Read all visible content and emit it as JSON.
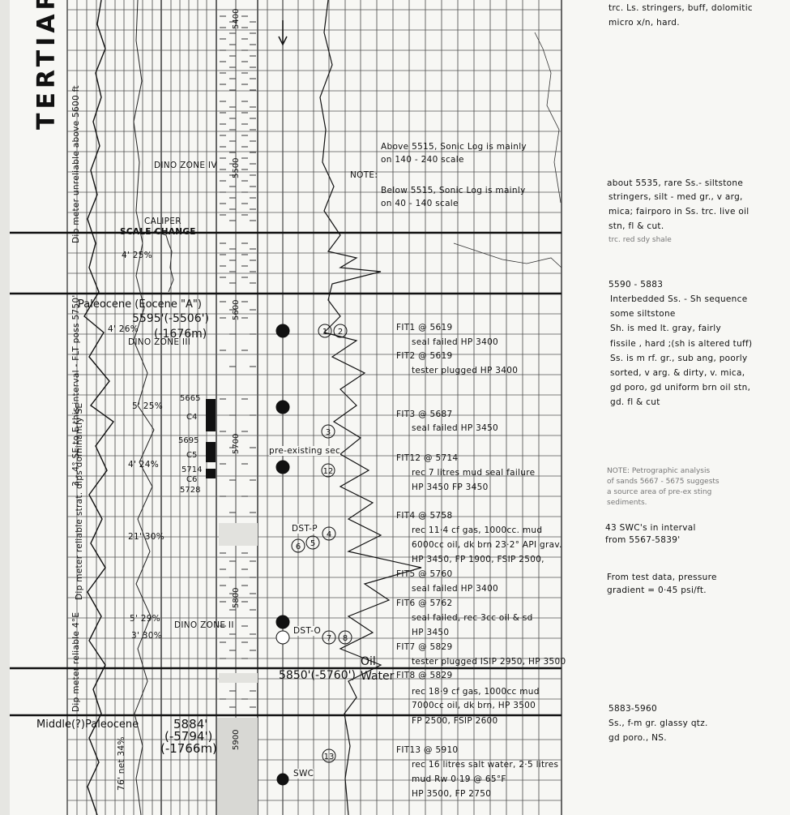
{
  "era_label": "TERTIARY",
  "left_panel": {
    "dip_top": "Dip meter unreliable above 5600 ft",
    "caliper": "CALIPER",
    "scale_change": "SCALE CHANGE",
    "dip_1": "4' 25%",
    "dip_2": "4' 26%",
    "dip_3": "5' 25%",
    "dip_4": "4' 24%",
    "dip_5": "21' 30%",
    "dip_6": "5' 29%",
    "dip_7": "3' 30%",
    "dip_8": "76' net 34%",
    "paleocene": "Paleocene (Eocene \"A\")",
    "depth_5595": "5595'(-5506')",
    "depth_1676": "(-1676m)",
    "dino_iv": "DINO ZONE IV",
    "dino_iii": "DINO ZONE III",
    "dino_ii": "DINO ZONE II",
    "interval_note": "3 - 4° SE to E this interval - FLT poss 5750'",
    "dip_middle": "Dip meter reliable strat. dips dominantly SE",
    "dip_bottom": "Dip meter reliable 4°E",
    "middle_paleocene": "Middle(?)Paleocene",
    "depth_5884": "5884'",
    "depth_5794": "(-5794')",
    "depth_1766": "(-1766m)",
    "core_depths": [
      "5665",
      "C4",
      "5695",
      "C5",
      "5714",
      "C6",
      "5728"
    ]
  },
  "column": {
    "labels": [
      "5400",
      "5500",
      "5600",
      "5700",
      "5800",
      "5900"
    ]
  },
  "sonic_note": {
    "note": "NOTE:",
    "above": "Above 5515, Sonic Log is mainly",
    "above2": "on 140 - 240 scale",
    "below": "Below 5515, Sonic Log is mainly",
    "below2": "on 40 - 140 scale"
  },
  "tests": [
    {
      "head": "FIT1 @ 5619",
      "lines": [
        "seal failed HP 3400"
      ]
    },
    {
      "head": "FIT2 @ 5619",
      "lines": [
        "tester plugged HP 3400"
      ]
    },
    {
      "head": "FIT3 @ 5687",
      "lines": [
        "seal failed HP 3450"
      ]
    },
    {
      "head": "FIT12 @ 5714",
      "lines": [
        "rec 7 litres mud seal failure",
        "HP 3450  FP 3450"
      ]
    },
    {
      "head": "FIT4 @ 5758",
      "lines": [
        "rec 11·4 cf gas, 1000cc. mud",
        "6000cc oil, dk brn 23·2° API grav.",
        "HP 3450, FP 1900, FSIP 2500,"
      ]
    },
    {
      "head": "FIT5 @ 5760",
      "lines": [
        "seal failed HP 3400"
      ]
    },
    {
      "head": "FIT6 @ 5762",
      "lines": [
        "seal failed, rec 3cc oil & sd",
        "HP 3450"
      ]
    },
    {
      "head": "FIT7 @ 5829",
      "lines": [
        "tester plugged ISIP 2950, HP 3500"
      ]
    },
    {
      "head": "FIT8 @ 5829",
      "lines": [
        "rec 18·9 cf gas, 1000cc mud",
        "7000cc oil, dk brn, HP 3500",
        "FP 2500, FSIP 2600"
      ]
    },
    {
      "head": "FIT13 @ 5910",
      "lines": [
        "rec 16 litres salt water, 2·5 litres",
        "mud Rw 0·19 @ 65°F",
        "HP 3500, FP 2750"
      ]
    }
  ],
  "contact": {
    "oil": "Oil",
    "water": "Water",
    "depth": "5850'(-5760')"
  },
  "markers": {
    "pre_existing": "pre-existing sec",
    "dst_p": "DST-P",
    "dst_o": "DST-O",
    "swc": "SWC"
  },
  "right_panel": {
    "top1": "trc. Ls. stringers, buff, dolomitic",
    "top2": "micro x/n, hard.",
    "a1": "about 5535, rare Ss.- siltstone",
    "a2": "stringers, silt - med gr., v arg,",
    "a3": "mica; fairporo in Ss. trc. live oil",
    "a4": "stn, fl & cut.",
    "a5": "trc. red sdy shale",
    "b0": "5590 - 5883",
    "b1": "Interbedded  Ss. - Sh sequence",
    "b2": "some  siltstone",
    "b3": "Sh. is med lt. gray, fairly",
    "b4": "fissile , hard ;(sh is altered tuff)",
    "b5": "Ss. is m rf. gr., sub ang, poorly",
    "b6": "sorted, v arg. &  dirty, v. mica,",
    "b7": "gd poro, gd uniform brn oil stn,",
    "b8": "gd. fl & cut",
    "n1": "NOTE: Petrographic analysis",
    "n2": "of sands 5667 - 5675 suggests",
    "n3": "a source area of pre-ex sting",
    "n4": "sediments.",
    "swc1": "43 SWC's in interval",
    "swc2": "from 5567-5839'",
    "grad1": "From test data, pressure",
    "grad2": "gradient = 0·45 psi/ft.",
    "c0": "5883-5960",
    "c1": "Ss., f-m gr. glassy qtz.",
    "c2": "gd poro., NS."
  }
}
